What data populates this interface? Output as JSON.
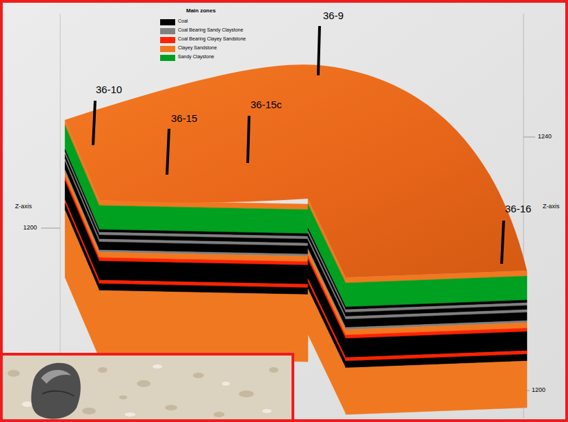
{
  "diagram": {
    "labels": [
      "Main zones",
      "36-9",
      "36-10",
      "36-15",
      "36-15c",
      "36-16",
      "Z-axis",
      "1200",
      "1240",
      "Z-axis",
      "1200"
    ],
    "legend": [
      {
        "text": "Coal",
        "color": "#000000"
      },
      {
        "text": "Coal Bearing Sandy Claystone",
        "color": "#808080"
      },
      {
        "text": "Coal Bearing Clayey Sandstone",
        "color": "#ff2200"
      },
      {
        "text": "Clayey Sandstone",
        "color": "#f07820"
      },
      {
        "text": "Sandy Claystone",
        "color": "#00a020"
      }
    ]
  }
}
